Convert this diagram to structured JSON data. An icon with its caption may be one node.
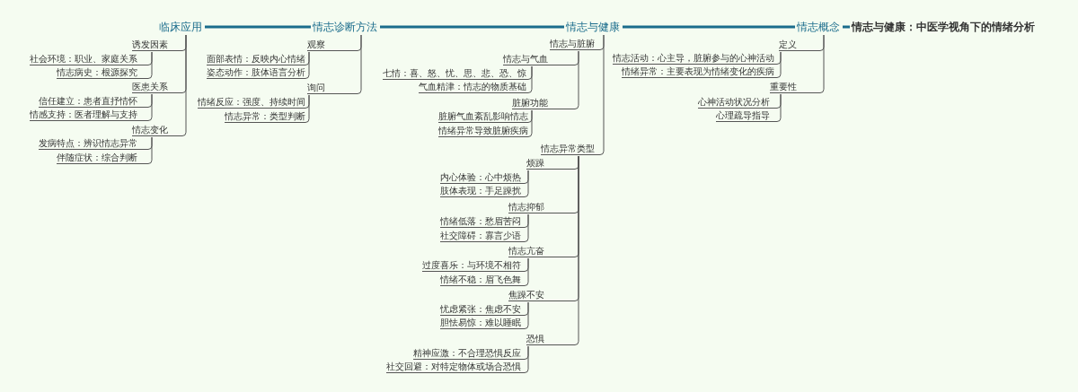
{
  "diagram": {
    "nodes": [
      {
        "text": [
          "情志与健康：中医学视角下的情绪分析"
        ]
      },
      {
        "text": [
          "情志概念"
        ]
      },
      {
        "text": [
          "情志与健康"
        ]
      },
      {
        "text": [
          "情志诊断方法"
        ]
      },
      {
        "text": [
          "临床应用"
        ]
      },
      {
        "text": [
          "定义"
        ]
      },
      {
        "text": [
          "情志活动：心主导，脏腑参与的心神活动"
        ]
      },
      {
        "text": [
          "情绪异常：主要表现为情绪变化的疾病"
        ]
      },
      {
        "text": [
          "重要性"
        ]
      },
      {
        "text": [
          "心神活动状况分析"
        ]
      },
      {
        "text": [
          "心理疏导指导"
        ]
      },
      {
        "text": [
          "情志与脏腑"
        ]
      },
      {
        "text": [
          "情志与气血"
        ]
      },
      {
        "text": [
          "七情：喜、怒、忧、思、悲、恐、惊"
        ]
      },
      {
        "text": [
          "气血精津：情志的物质基础"
        ]
      },
      {
        "text": [
          "脏腑功能"
        ]
      },
      {
        "text": [
          "脏腑气血紊乱影响情志"
        ]
      },
      {
        "text": [
          "情绪异常导致脏腑疾病"
        ]
      },
      {
        "text": [
          "情志异常类型"
        ]
      },
      {
        "text": [
          "烦躁"
        ]
      },
      {
        "text": [
          "内心体验：心中烦热"
        ]
      },
      {
        "text": [
          "肢体表现：手足躁扰"
        ]
      },
      {
        "text": [
          "情志抑郁"
        ]
      },
      {
        "text": [
          "情绪低落：愁眉苦闷"
        ]
      },
      {
        "text": [
          "社交障碍：寡言少语"
        ]
      },
      {
        "text": [
          "情志亢奋"
        ]
      },
      {
        "text": [
          "过度喜乐：与环境不相符"
        ]
      },
      {
        "text": [
          "情绪不稳：眉飞色舞"
        ]
      },
      {
        "text": [
          "焦躁不安"
        ]
      },
      {
        "text": [
          "忧虑紧张：焦虑不安"
        ]
      },
      {
        "text": [
          "胆怯易惊：难以睡眠"
        ]
      },
      {
        "text": [
          "恐惧"
        ]
      },
      {
        "text": [
          "精神应激：不合理恐惧反应"
        ]
      },
      {
        "text": [
          "社交回避：对特定物体或场合恐惧"
        ]
      },
      {
        "text": [
          "观察"
        ]
      },
      {
        "text": [
          "面部表情：反映内心情绪"
        ]
      },
      {
        "text": [
          "姿态动作：肢体语言分析"
        ]
      },
      {
        "text": [
          "询问"
        ]
      },
      {
        "text": [
          "情绪反应：强度、持续时间"
        ]
      },
      {
        "text": [
          "情志异常：类型判断"
        ]
      },
      {
        "text": [
          "诱发因素"
        ]
      },
      {
        "text": [
          "社会环境：职业、家庭关系"
        ]
      },
      {
        "text": [
          "情志病史：根源探究"
        ]
      },
      {
        "text": [
          "医患关系"
        ]
      },
      {
        "text": [
          "信任建立：患者直抒情怀"
        ]
      },
      {
        "text": [
          "情感支持：医者理解与支持"
        ]
      },
      {
        "text": [
          "情志变化"
        ]
      },
      {
        "text": [
          "发病特点：辨识情志异常"
        ]
      },
      {
        "text": [
          "伴随症状：综合判断"
        ]
      }
    ],
    "edges": [
      {
        "from": 0,
        "to": 1,
        "arrow": "none",
        "style": "thick",
        "color": "#1b6c8c"
      },
      {
        "from": 1,
        "to": 2,
        "arrow": "none",
        "style": "thick",
        "color": "#1b6c8c"
      },
      {
        "from": 2,
        "to": 3,
        "arrow": "none",
        "style": "thick",
        "color": "#1b6c8c"
      },
      {
        "from": 3,
        "to": 4,
        "arrow": "none",
        "style": "thick",
        "color": "#1b6c8c"
      },
      {
        "from": 1,
        "to": 5,
        "arrow": "none"
      },
      {
        "from": 5,
        "to": 6,
        "arrow": "none"
      },
      {
        "from": 5,
        "to": 7,
        "arrow": "none"
      },
      {
        "from": 1,
        "to": 8,
        "arrow": "none"
      },
      {
        "from": 8,
        "to": 9,
        "arrow": "none"
      },
      {
        "from": 8,
        "to": 10,
        "arrow": "none"
      },
      {
        "from": 2,
        "to": 11,
        "arrow": "none"
      },
      {
        "from": 11,
        "to": 12,
        "arrow": "none"
      },
      {
        "from": 12,
        "to": 13,
        "arrow": "none"
      },
      {
        "from": 12,
        "to": 14,
        "arrow": "none"
      },
      {
        "from": 11,
        "to": 15,
        "arrow": "none"
      },
      {
        "from": 15,
        "to": 16,
        "arrow": "none"
      },
      {
        "from": 15,
        "to": 17,
        "arrow": "none"
      },
      {
        "from": 2,
        "to": 18,
        "arrow": "none"
      },
      {
        "from": 18,
        "to": 19,
        "arrow": "none"
      },
      {
        "from": 19,
        "to": 20,
        "arrow": "none"
      },
      {
        "from": 19,
        "to": 21,
        "arrow": "none"
      },
      {
        "from": 18,
        "to": 22,
        "arrow": "none"
      },
      {
        "from": 22,
        "to": 23,
        "arrow": "none"
      },
      {
        "from": 22,
        "to": 24,
        "arrow": "none"
      },
      {
        "from": 18,
        "to": 25,
        "arrow": "none"
      },
      {
        "from": 25,
        "to": 26,
        "arrow": "none"
      },
      {
        "from": 25,
        "to": 27,
        "arrow": "none"
      },
      {
        "from": 18,
        "to": 28,
        "arrow": "none"
      },
      {
        "from": 28,
        "to": 29,
        "arrow": "none"
      },
      {
        "from": 28,
        "to": 30,
        "arrow": "none"
      },
      {
        "from": 18,
        "to": 31,
        "arrow": "none"
      },
      {
        "from": 31,
        "to": 32,
        "arrow": "none"
      },
      {
        "from": 31,
        "to": 33,
        "arrow": "none"
      },
      {
        "from": 3,
        "to": 34,
        "arrow": "none"
      },
      {
        "from": 34,
        "to": 35,
        "arrow": "none"
      },
      {
        "from": 34,
        "to": 36,
        "arrow": "none"
      },
      {
        "from": 3,
        "to": 37,
        "arrow": "none"
      },
      {
        "from": 37,
        "to": 38,
        "arrow": "none"
      },
      {
        "from": 37,
        "to": 39,
        "arrow": "none"
      },
      {
        "from": 4,
        "to": 40,
        "arrow": "none"
      },
      {
        "from": 40,
        "to": 41,
        "arrow": "none"
      },
      {
        "from": 40,
        "to": 42,
        "arrow": "none"
      },
      {
        "from": 4,
        "to": 43,
        "arrow": "none"
      },
      {
        "from": 43,
        "to": 44,
        "arrow": "none"
      },
      {
        "from": 43,
        "to": 45,
        "arrow": "none"
      },
      {
        "from": 4,
        "to": 46,
        "arrow": "none"
      },
      {
        "from": 46,
        "to": 47,
        "arrow": "none"
      },
      {
        "from": 46,
        "to": 48,
        "arrow": "none"
      }
    ]
  }
}
